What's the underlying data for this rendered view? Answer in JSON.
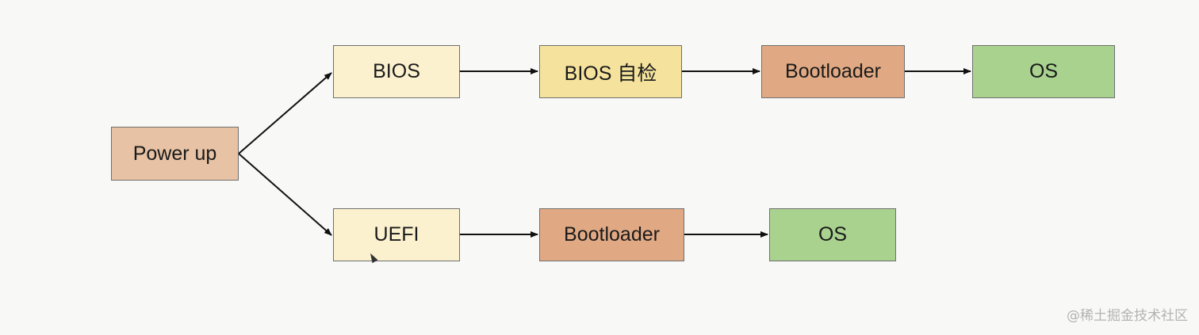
{
  "diagram": {
    "nodes": [
      {
        "id": "power-up",
        "label": "Power up",
        "color": "#e7c2a4"
      },
      {
        "id": "bios",
        "label": "BIOS",
        "color": "#fbf1cf"
      },
      {
        "id": "bios-post",
        "label": "BIOS 自检",
        "color": "#f5e39d"
      },
      {
        "id": "bootloader-1",
        "label": "Bootloader",
        "color": "#e0a984"
      },
      {
        "id": "os-1",
        "label": "OS",
        "color": "#a9d28f"
      },
      {
        "id": "uefi",
        "label": "UEFI",
        "color": "#fbf1cf"
      },
      {
        "id": "bootloader-2",
        "label": "Bootloader",
        "color": "#e0a984"
      },
      {
        "id": "os-2",
        "label": "OS",
        "color": "#a9d28f"
      }
    ],
    "edges": [
      {
        "from": "power-up",
        "to": "bios"
      },
      {
        "from": "power-up",
        "to": "uefi"
      },
      {
        "from": "bios",
        "to": "bios-post"
      },
      {
        "from": "bios-post",
        "to": "bootloader-1"
      },
      {
        "from": "bootloader-1",
        "to": "os-1"
      },
      {
        "from": "uefi",
        "to": "bootloader-2"
      },
      {
        "from": "bootloader-2",
        "to": "os-2"
      }
    ]
  },
  "watermark": "@稀土掘金技术社区"
}
